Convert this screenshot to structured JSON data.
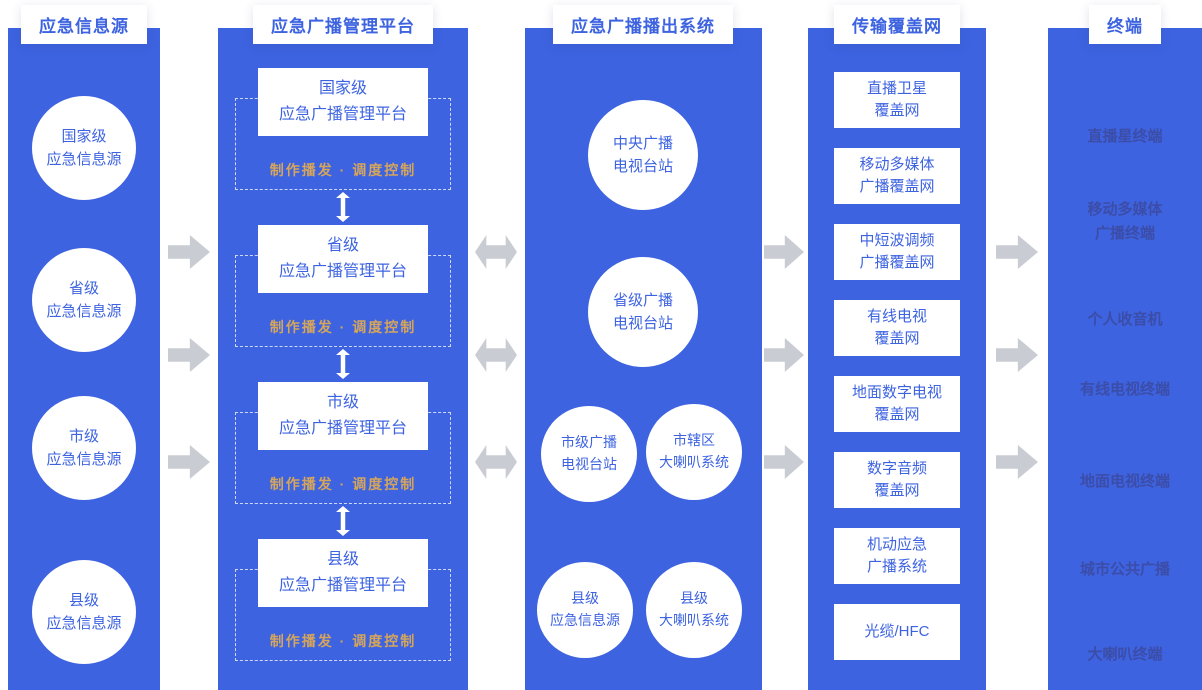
{
  "colors": {
    "primary_blue": "#3d63e0",
    "arrow_gray": "#c9cdd3",
    "accent_orange": "#d5a55c",
    "terminal_text": "#3c4da8",
    "background": "#ffffff"
  },
  "icons": {
    "arrow_right_icon": "gray block arrow pointing right",
    "arrow_both_icon": "gray block double-headed horizontal arrow",
    "arrow_vertical_icon": "white double-headed vertical arrow"
  },
  "columns": [
    {
      "header": "应急信息源",
      "circles": [
        "国家级\n应急信息源",
        "省级\n应急信息源",
        "市级\n应急信息源",
        "县级\n应急信息源"
      ]
    },
    {
      "header": "应急广播管理平台",
      "groups": [
        {
          "box": "国家级\n应急广播管理平台",
          "note": "制作播发 · 调度控制"
        },
        {
          "box": "省级\n应急广播管理平台",
          "note": "制作播发 · 调度控制"
        },
        {
          "box": "市级\n应急广播管理平台",
          "note": "制作播发 · 调度控制"
        },
        {
          "box": "县级\n应急广播管理平台",
          "note": "制作播发 · 调度控制"
        }
      ]
    },
    {
      "header": "应急广播播出系统",
      "large_circles": [
        "中央广播\n电视台站",
        "省级广播\n电视台站"
      ],
      "pairs": [
        [
          "市级广播\n电视台站",
          "市辖区\n大喇叭系统"
        ],
        [
          "县级\n应急信息源",
          "县级\n大喇叭系统"
        ]
      ]
    },
    {
      "header": "传输覆盖网",
      "boxes": [
        "直播卫星\n覆盖网",
        "移动多媒体\n广播覆盖网",
        "中短波调频\n广播覆盖网",
        "有线电视\n覆盖网",
        "地面数字电视\n覆盖网",
        "数字音频\n覆盖网",
        "机动应急\n广播系统",
        "光缆/HFC"
      ]
    },
    {
      "header": "终端",
      "terminals": [
        "直播星终端",
        "移动多媒体\n广播终端",
        "个人收音机",
        "有线电视终端",
        "地面电视终端",
        "城市公共广播",
        "大喇叭终端"
      ]
    }
  ]
}
